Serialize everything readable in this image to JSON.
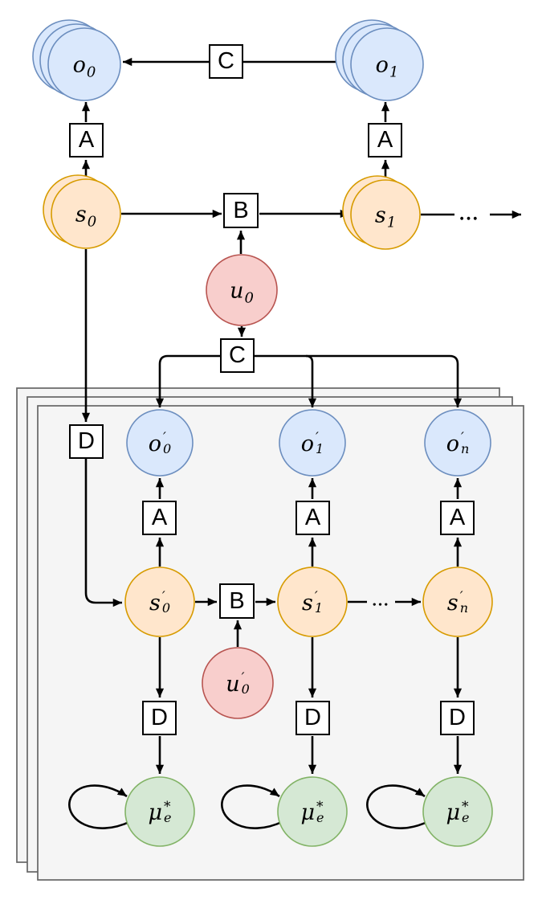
{
  "diagram": {
    "colors": {
      "background": "#ffffff",
      "line": "#000000",
      "observation_fill": "#dae8fc",
      "observation_stroke": "#6c8ebf",
      "state_fill": "#ffe6cc",
      "state_stroke": "#d79b00",
      "control_fill": "#f8cecc",
      "control_stroke": "#b85450",
      "expected_fill": "#d5e8d4",
      "expected_stroke": "#82b366",
      "panel_fill": "#f5f5f5",
      "panel_stroke": "#666666",
      "factor_box_fill": "#ffffff",
      "factor_box_stroke": "#000000"
    },
    "node_labels": {
      "o0": {
        "base": "o",
        "sup": "",
        "sub": "0"
      },
      "o1": {
        "base": "o",
        "sup": "",
        "sub": "1"
      },
      "s0": {
        "base": "s",
        "sup": "",
        "sub": "0"
      },
      "s1": {
        "base": "s",
        "sup": "",
        "sub": "1"
      },
      "u0": {
        "base": "u",
        "sup": "",
        "sub": "0"
      },
      "o0p": {
        "base": "o",
        "sup": "′",
        "sub": "0"
      },
      "o1p": {
        "base": "o",
        "sup": "′",
        "sub": "1"
      },
      "onp": {
        "base": "o",
        "sup": "′",
        "sub": "n"
      },
      "s0p": {
        "base": "s",
        "sup": "′",
        "sub": "0"
      },
      "s1p": {
        "base": "s",
        "sup": "′",
        "sub": "1"
      },
      "snp": {
        "base": "s",
        "sup": "′",
        "sub": "n"
      },
      "u0p": {
        "base": "u",
        "sup": "′",
        "sub": "0"
      },
      "mu_e1": {
        "base": "μ",
        "sup": "*",
        "sub": "e"
      },
      "mu_e2": {
        "base": "μ",
        "sup": "*",
        "sub": "e"
      },
      "mu_e3": {
        "base": "μ",
        "sup": "*",
        "sub": "e"
      }
    },
    "factor_labels": {
      "A": "A",
      "B": "B",
      "C": "C",
      "D": "D"
    },
    "ellipsis_top": "...",
    "ellipsis_inner": "..."
  }
}
